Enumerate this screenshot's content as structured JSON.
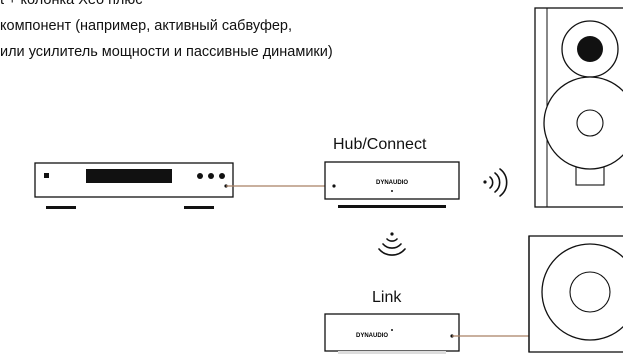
{
  "caption": {
    "line1": "t + колонка Xeo плюс",
    "line2": "компонент (например, активный сабвуфер,",
    "line3": " или усилитель мощности и пассивные динамики)"
  },
  "hub": {
    "label": "Hub/Connect",
    "brand": "DYNAUDIO"
  },
  "link": {
    "label": "Link",
    "brand": "DYNAUDIO"
  },
  "colors": {
    "cable": "#a98064",
    "line": "#111111"
  },
  "icons": {
    "wireless_out": "wireless-signal-icon",
    "wireless_down": "wireless-down-icon"
  }
}
